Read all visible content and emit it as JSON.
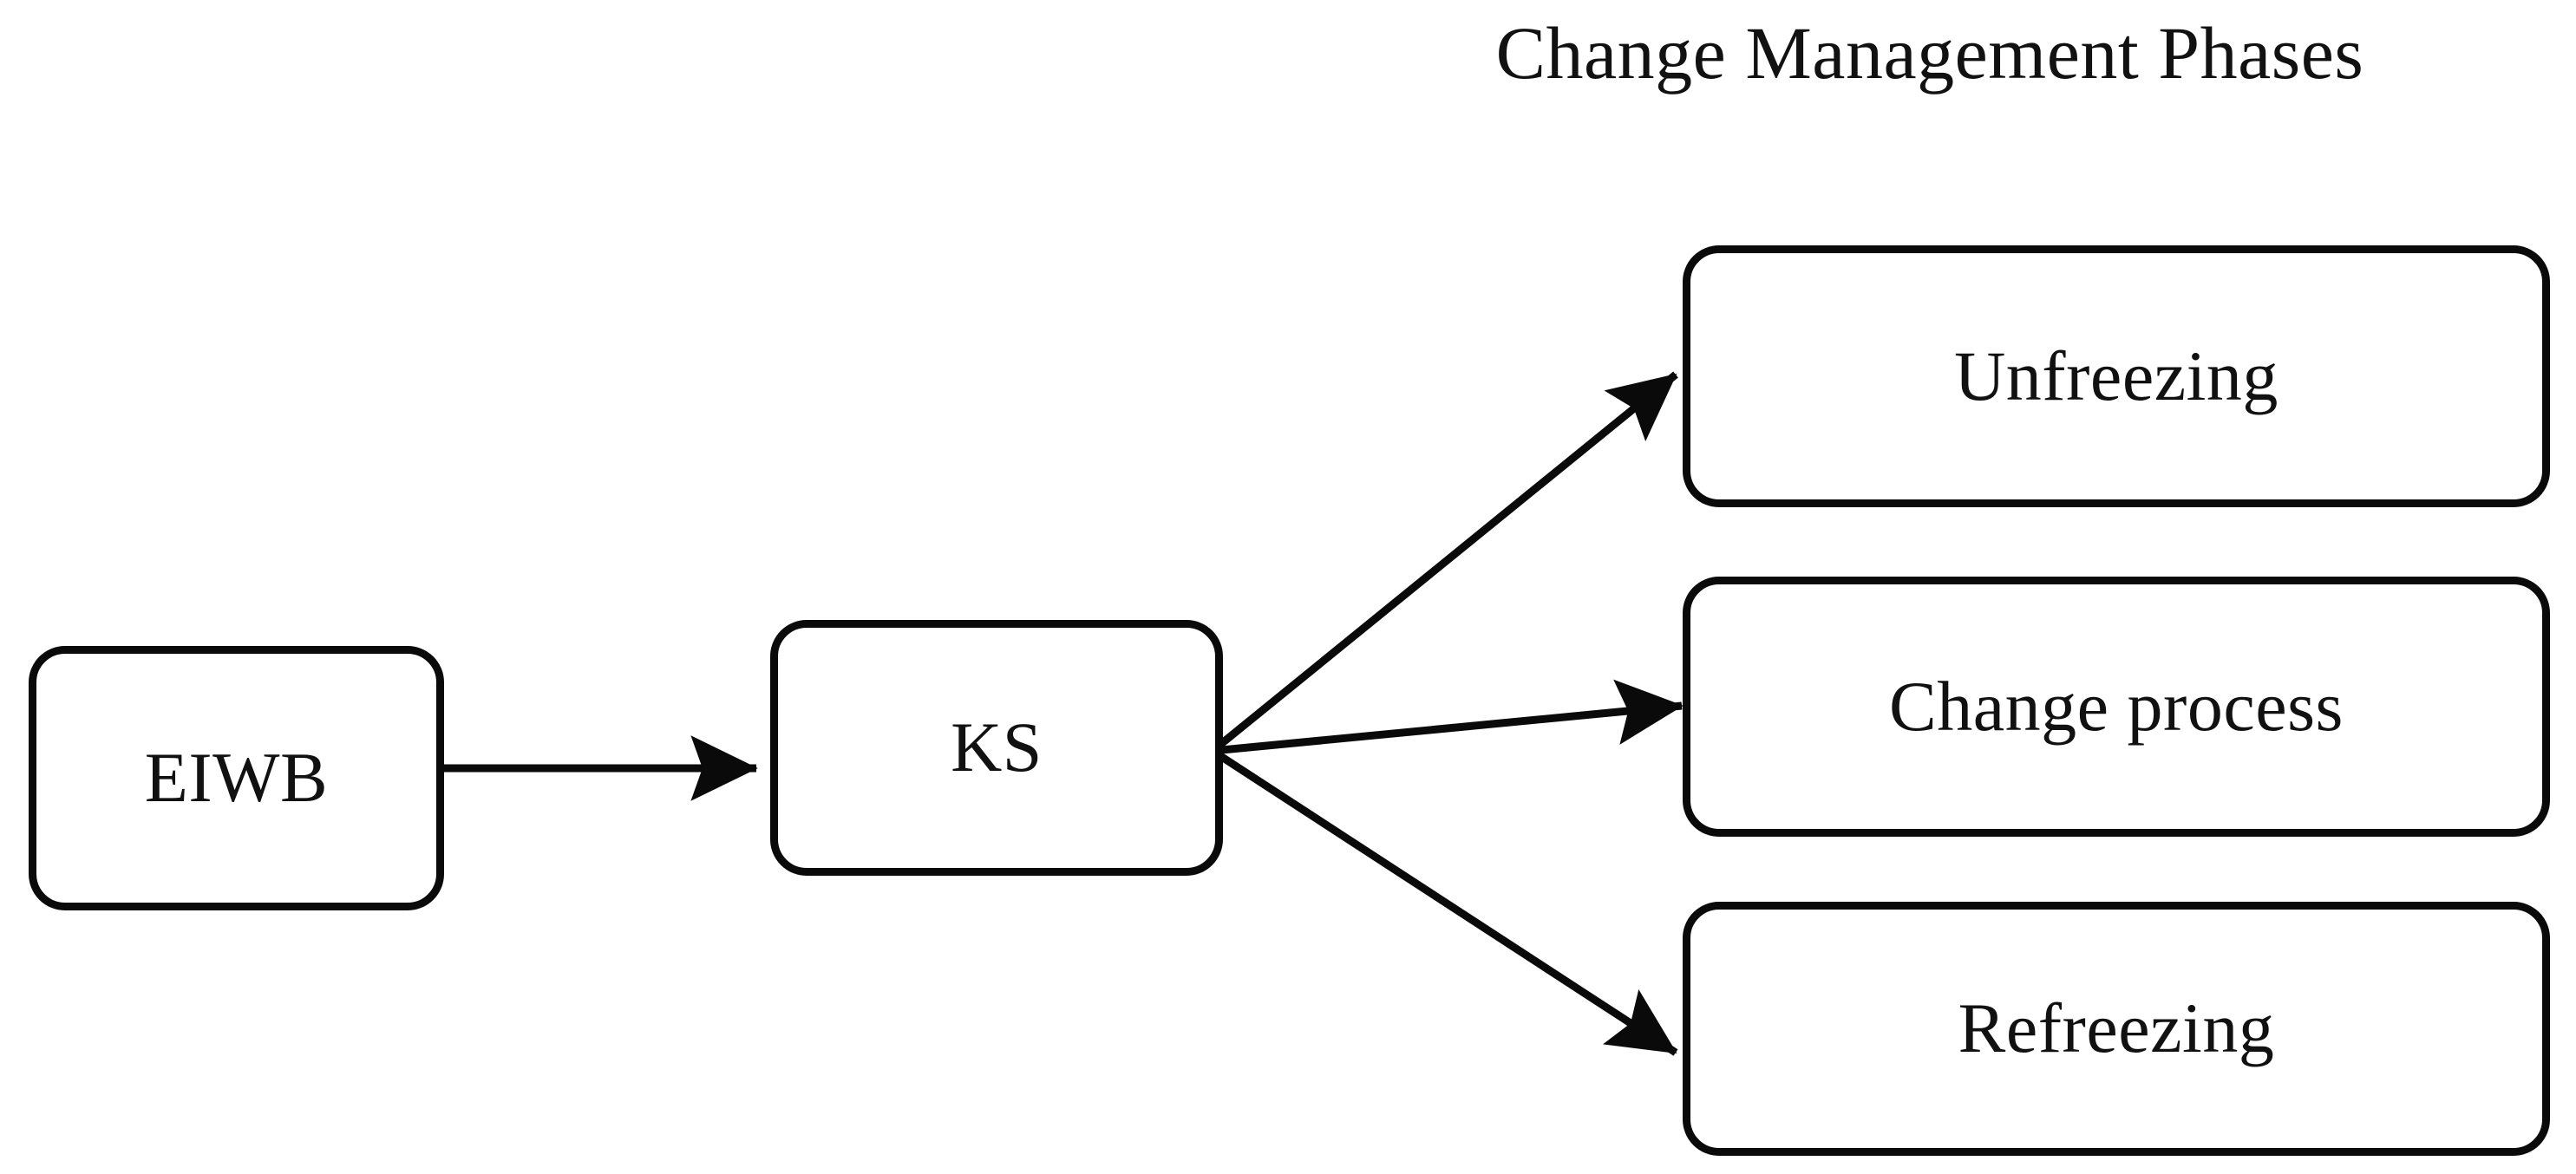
{
  "diagram": {
    "title": "Change Management Phases",
    "background_color": "#ffffff",
    "stroke_color": "#0a0a0a",
    "text_color": "#111111",
    "nodes": [
      {
        "id": "eiwb",
        "label": "EIWB"
      },
      {
        "id": "ks",
        "label": "KS"
      },
      {
        "id": "unfreezing",
        "label": "Unfreezing"
      },
      {
        "id": "change_process",
        "label": "Change process"
      },
      {
        "id": "refreezing",
        "label": "Refreezing"
      }
    ],
    "edges": [
      {
        "from": "eiwb",
        "to": "ks",
        "style": "solid-arrow"
      },
      {
        "from": "ks",
        "to": "unfreezing",
        "style": "solid-arrow"
      },
      {
        "from": "ks",
        "to": "change_process",
        "style": "solid-arrow"
      },
      {
        "from": "ks",
        "to": "refreezing",
        "style": "solid-arrow"
      }
    ]
  }
}
